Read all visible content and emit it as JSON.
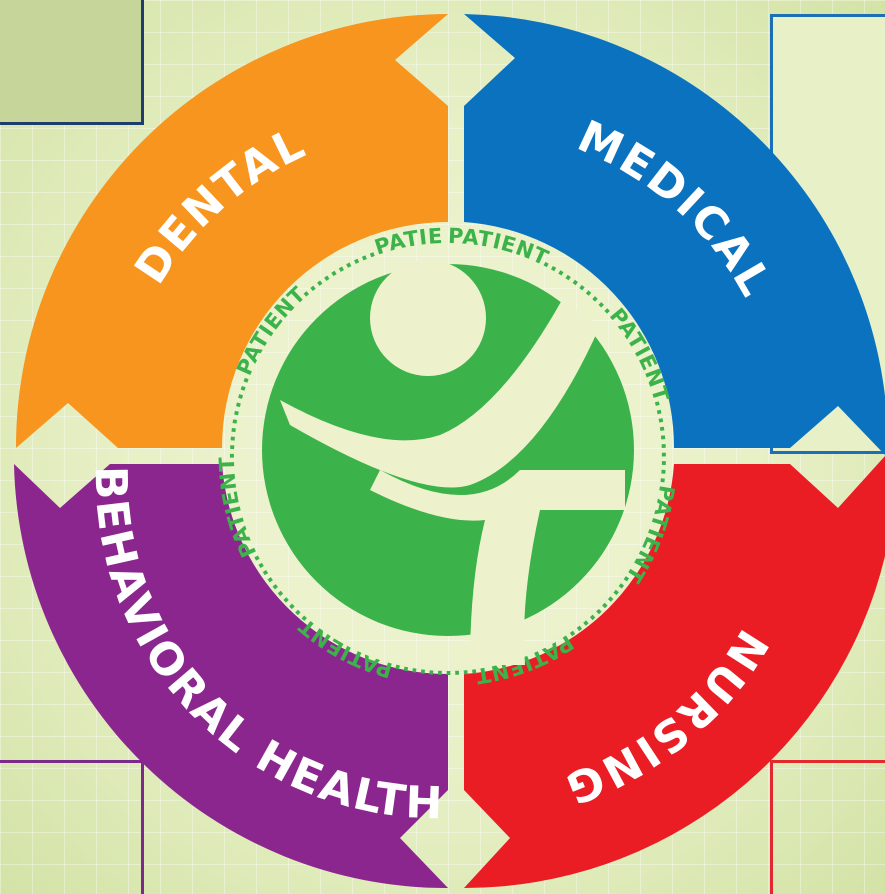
{
  "segments": {
    "dental": {
      "label": "DENTAL",
      "color": "#f7951f"
    },
    "medical": {
      "label": "MEDICAL",
      "color": "#0b72c0"
    },
    "nursing": {
      "label": "NURSING",
      "color": "#ea1c24"
    },
    "behavioral": {
      "label": "BEHAVIORAL HEALTH",
      "color": "#8b268f"
    }
  },
  "ring": {
    "item": "PATIENT",
    "separator": "..........",
    "color": "#3cb34a",
    "repeat": 8
  },
  "center": {
    "color": "#3cb34a",
    "figure_color": "#eef2cc",
    "icon": "person-figure-icon"
  }
}
